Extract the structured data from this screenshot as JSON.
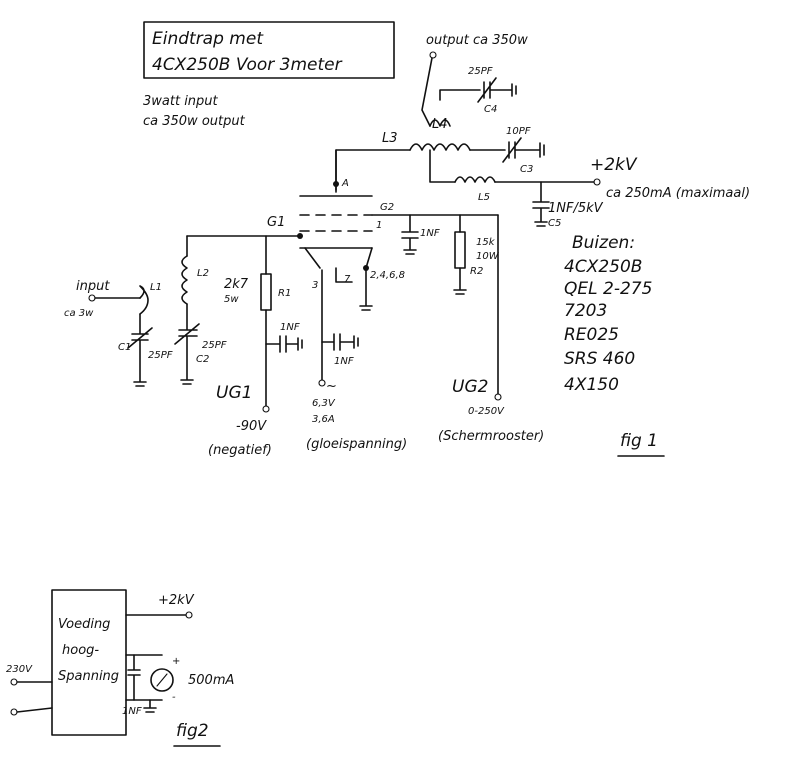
{
  "title": [
    "Eindtrap met",
    "4CX250B Voor 3meter"
  ],
  "subtitle": [
    "3watt input",
    "ca 350w output"
  ],
  "output": "output ca 350w",
  "labels": {
    "c4_value": "25PF",
    "c4": "C4",
    "l4": "L4",
    "l3": "L3",
    "c3_value": "10PF",
    "c3": "C3",
    "hv": "+2kV",
    "hv_current": "ca 250mA (maximaal)",
    "anode": "A",
    "l5": "L5",
    "c5": "1NF/5kV",
    "c5_label": "C5",
    "g2": "G2",
    "g1": "G1",
    "pin1": "1",
    "g2_cap": "1NF",
    "r2_value": "15k",
    "r2_power": "10W",
    "r2": "R2",
    "input": "input",
    "input_power": "ca 3w",
    "l1": "L1",
    "l2": "L2",
    "c1": "C1",
    "c1_value": "25PF",
    "c2": "C2",
    "c2_value": "25PF",
    "r1_value": "2k7",
    "r1_power": "5w",
    "r1": "R1",
    "g1_cap": "1NF",
    "pin3": "3",
    "pin7": "7",
    "cathode_pins": "2,4,6,8",
    "heater_cap": "1NF",
    "ac": "~",
    "heater_v": "6,3V",
    "heater_a": "3,6A",
    "heater_desc": "(gloeispanning)",
    "ug1": "UG1",
    "ug1_v": "-90V",
    "ug1_desc": "(negatief)",
    "ug2": "UG2",
    "ug2_v": "0-250V",
    "ug2_desc": "(Schermrooster)",
    "fig1": "fig 1"
  },
  "tubes": {
    "heading": "Buizen:",
    "items": [
      "4CX250B",
      "QEL 2-275",
      "7203",
      "RE025",
      "SRS 460",
      "4X150"
    ]
  },
  "psu": {
    "box": [
      "Voeding",
      "hoog-",
      "Spanning"
    ],
    "mains": "230V",
    "hv": "+2kV",
    "meter": "500mA",
    "plus": "+",
    "minus": "-",
    "cap": "1NF",
    "fig2": "fig2"
  }
}
